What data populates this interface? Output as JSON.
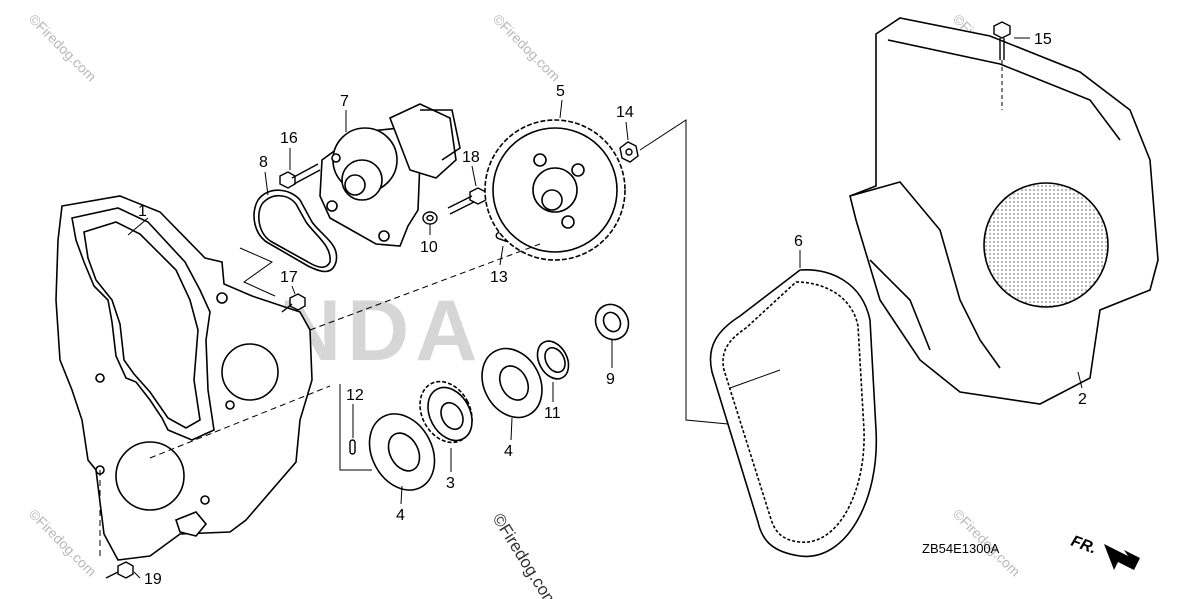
{
  "diagram": {
    "brand_watermark": "HONDA",
    "watermark_text": "©Firedog.com",
    "diagram_code": "ZB54E1300A",
    "front_indicator": "FR.",
    "callouts": {
      "c1": "1",
      "c2": "2",
      "c3": "3",
      "c4a": "4",
      "c4b": "4",
      "c5": "5",
      "c6": "6",
      "c7": "7",
      "c8": "8",
      "c9": "9",
      "c10": "10",
      "c11": "11",
      "c12": "12",
      "c13": "13",
      "c14": "14",
      "c15": "15",
      "c16": "16",
      "c17": "17",
      "c18": "18",
      "c19": "19"
    }
  }
}
